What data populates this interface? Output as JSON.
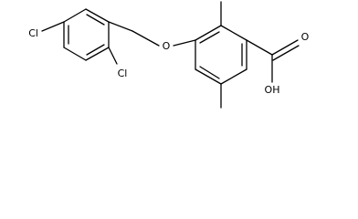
{
  "structure": {
    "atoms": {
      "cl_left": "Cl",
      "cl_bottom": "Cl",
      "ether_oxygen": "O",
      "carbonyl_oxygen": "O",
      "hydroxyl": "OH"
    }
  },
  "colors": {
    "background": "#ffffff",
    "ink": "#000000"
  }
}
